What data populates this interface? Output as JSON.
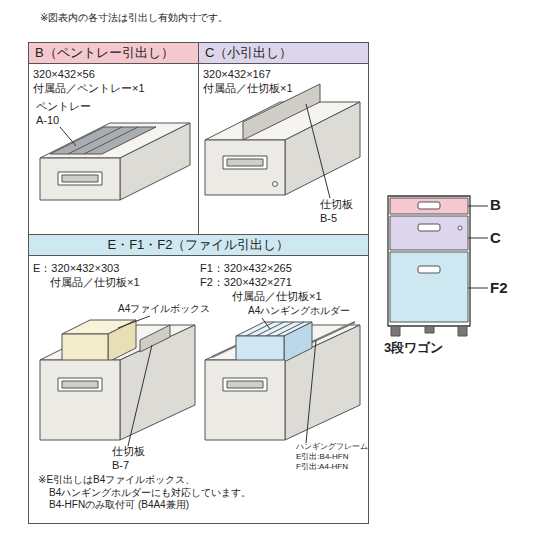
{
  "diagram": {
    "nodes": [
      {
        "text": [
          "B（ペントレー引出し）"
        ]
      },
      {
        "text": [
          "C（小引出し）"
        ]
      },
      {
        "text": [
          "E・F1・F2（ファイル引出し）"
        ]
      }
    ],
    "labels": [
      "※図表内の各寸法は引出し有効内寸です。",
      "320×432×56",
      "付属品／ペントレー×1",
      "ペントレー A-10",
      "320×432×167",
      "付属品／仕切板×1",
      "仕切板 B-5",
      "E：320×432×303",
      "付属品／仕切板×1",
      "F1：320×432×265",
      "F2：320×432×271",
      "付属品／仕切板×1",
      "A4ファイルボックス",
      "A4ハンギングホルダー",
      "仕切板 B-7",
      "ハンギングフレーム E引出:B4-HFN F引出:A4-HFN",
      "※E引出しはB4ファイルボックス、 B4ハンギングホルダーにも対応しています。 B4-HFNのみ取付可 (B4A4兼用)",
      "B",
      "C",
      "F2",
      "3段ワゴン"
    ]
  }
}
